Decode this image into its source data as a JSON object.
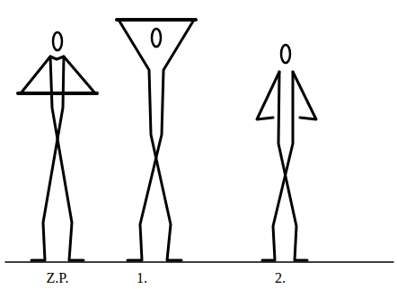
{
  "diagram": {
    "labels": [
      "Z.P.",
      "1.",
      "2."
    ]
  }
}
